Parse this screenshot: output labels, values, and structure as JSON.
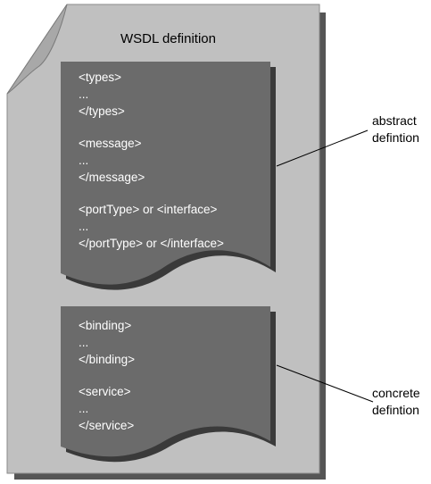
{
  "document": {
    "title": "WSDL definition"
  },
  "abstract_section": {
    "lines": [
      "<types>",
      "...",
      "</types>",
      "",
      "<message>",
      "...",
      "</message>",
      "",
      "<portType> or <interface>",
      "...",
      "</portType> or </interface>"
    ],
    "callout": [
      "abstract",
      "defintion"
    ]
  },
  "concrete_section": {
    "lines": [
      "<binding>",
      "...",
      "</binding>",
      "",
      "<service>",
      "...",
      "</service>"
    ],
    "callout": [
      "concrete",
      "defintion"
    ]
  },
  "colors": {
    "page_fill": "#c0c0c0",
    "page_shadow": "#555555",
    "section_fill": "#6b6b6b",
    "section_shadow": "#3a3a3a",
    "code_text": "#ffffff",
    "label_text": "#000000"
  }
}
